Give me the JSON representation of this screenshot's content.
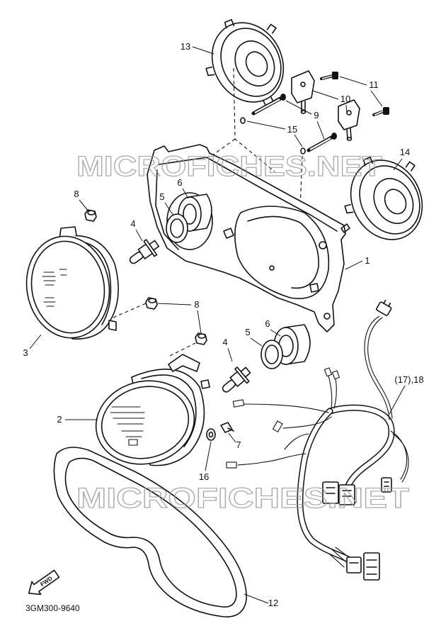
{
  "labels": {
    "part_1": "1",
    "part_2": "2",
    "part_3": "3",
    "part_4_upper": "4",
    "part_4_lower": "4",
    "part_5_upper": "5",
    "part_5_lower": "5",
    "part_6_upper": "6",
    "part_6_lower": "6",
    "part_7": "7",
    "part_8_upper": "8",
    "part_8_lower": "8",
    "part_9": "9",
    "part_10": "10",
    "part_11": "11",
    "part_12": "12",
    "part_13": "13",
    "part_14": "14",
    "part_15": "15",
    "part_16": "16",
    "part_17_18": "(17),18"
  },
  "fwd_label": "FWD",
  "drawing_code": "3GM300-9640",
  "watermark": [
    "MICROFICHES.NET",
    "MICROFICHES.NET"
  ]
}
